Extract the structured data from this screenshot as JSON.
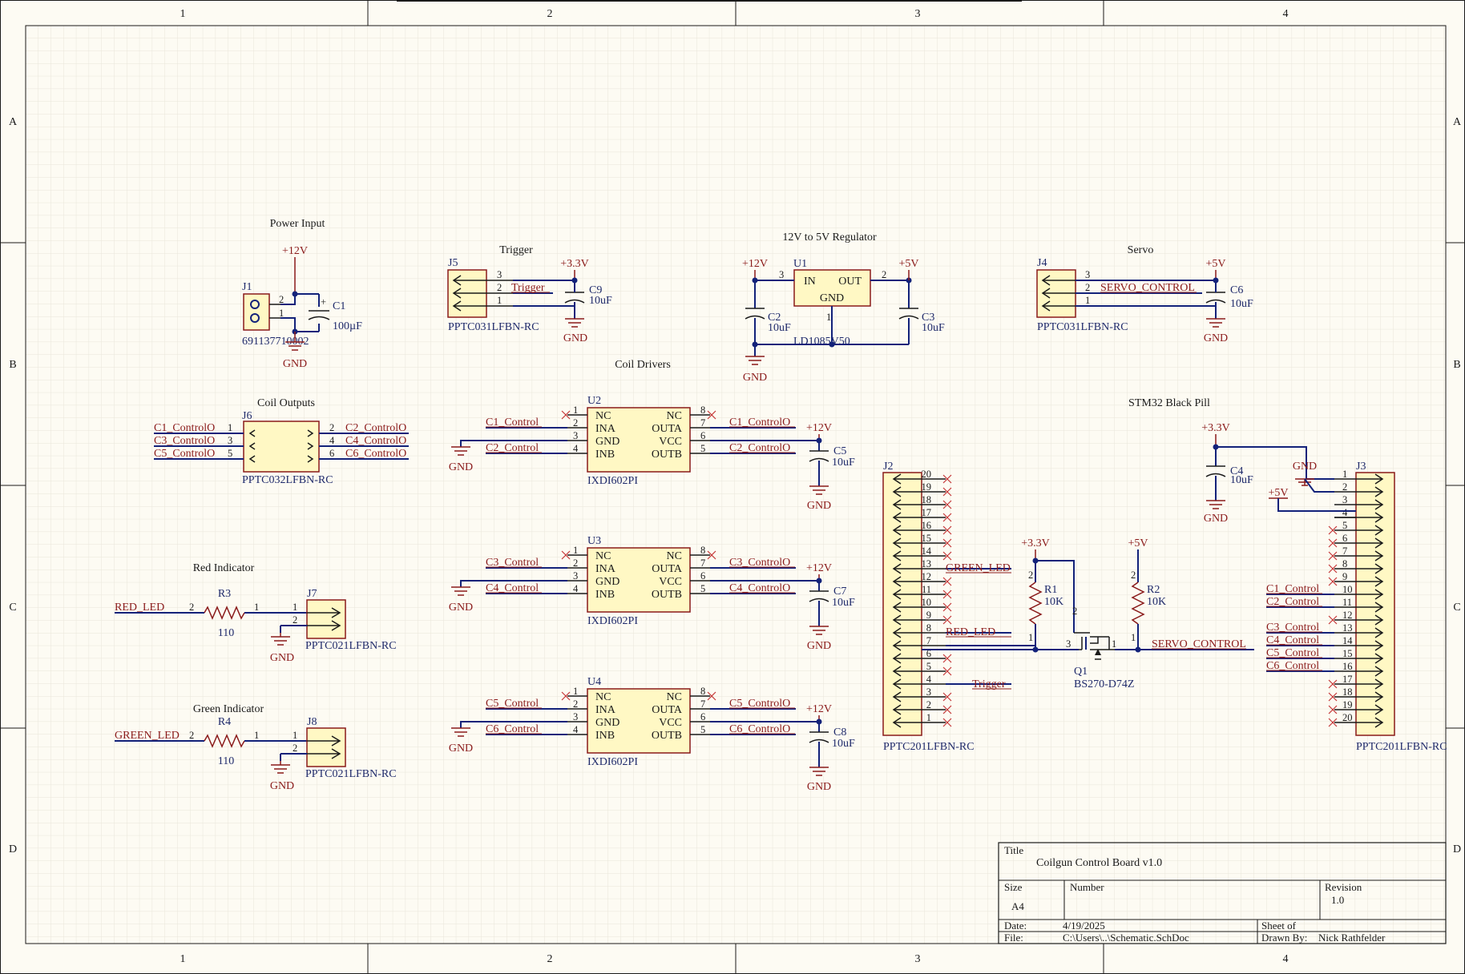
{
  "border": {
    "columns": [
      "1",
      "2",
      "3",
      "4"
    ],
    "rows": [
      "A",
      "B",
      "C",
      "D"
    ]
  },
  "blocks": {
    "power_input": "Power Input",
    "trigger": "Trigger",
    "regulator": "12V to 5V Regulator",
    "servo": "Servo",
    "coil_drivers": "Coil Drivers",
    "coil_outputs": "Coil Outputs",
    "stm32": "STM32 Black Pill",
    "red_indicator": "Red Indicator",
    "green_indicator": "Green Indicator"
  },
  "power": {
    "v12": "+12V",
    "v5": "+5V",
    "v33": "+3.3V",
    "gnd": "GND"
  },
  "parts": {
    "J1": {
      "ref": "J1",
      "value": "691137710002"
    },
    "C1": {
      "ref": "C1",
      "value": "100µF"
    },
    "J5": {
      "ref": "J5",
      "value": "PPTC031LFBN-RC"
    },
    "C9": {
      "ref": "C9",
      "value": "10uF"
    },
    "U1": {
      "ref": "U1",
      "value": "LD1085V50",
      "in": "IN",
      "out": "OUT",
      "gnd": "GND"
    },
    "C2": {
      "ref": "C2",
      "value": "10uF"
    },
    "C3": {
      "ref": "C3",
      "value": "10uF"
    },
    "J4": {
      "ref": "J4",
      "value": "PPTC031LFBN-RC"
    },
    "C6": {
      "ref": "C6",
      "value": "10uF"
    },
    "J6": {
      "ref": "J6",
      "value": "PPTC032LFBN-RC"
    },
    "U2": {
      "ref": "U2",
      "value": "IXDI602PI"
    },
    "U3": {
      "ref": "U3",
      "value": "IXDI602PI"
    },
    "U4": {
      "ref": "U4",
      "value": "IXDI602PI"
    },
    "C5": {
      "ref": "C5",
      "value": "10uF"
    },
    "C7": {
      "ref": "C7",
      "value": "10uF"
    },
    "C8": {
      "ref": "C8",
      "value": "10uF"
    },
    "C4": {
      "ref": "C4",
      "value": "10uF"
    },
    "J2": {
      "ref": "J2",
      "value": "PPTC201LFBN-RC"
    },
    "J3": {
      "ref": "J3",
      "value": "PPTC201LFBN-RC"
    },
    "R1": {
      "ref": "R1",
      "value": "10K"
    },
    "R2": {
      "ref": "R2",
      "value": "10K"
    },
    "Q1": {
      "ref": "Q1",
      "value": "BS270-D74Z"
    },
    "R3": {
      "ref": "R3",
      "value": "110"
    },
    "R4": {
      "ref": "R4",
      "value": "110"
    },
    "J7": {
      "ref": "J7",
      "value": "PPTC021LFBN-RC"
    },
    "J8": {
      "ref": "J8",
      "value": "PPTC021LFBN-RC"
    }
  },
  "driver_pins": {
    "left": [
      "NC",
      "INA",
      "GND",
      "INB"
    ],
    "right": [
      "NC",
      "OUTA",
      "VCC",
      "OUTB"
    ]
  },
  "nets": {
    "trigger": "Trigger",
    "servo_control": "SERVO_CONTROL",
    "red_led": "RED_LED",
    "green_led": "GREEN_LED",
    "c1_control": "C1_Control",
    "c2_control": "C2_Control",
    "c3_control": "C3_Control",
    "c4_control": "C4_Control",
    "c5_control": "C5_Control",
    "c6_control": "C6_Control",
    "c1_controlo": "C1_ControlO",
    "c2_controlo": "C2_ControlO",
    "c3_controlo": "C3_ControlO",
    "c4_controlo": "C4_ControlO",
    "c5_controlo": "C5_ControlO",
    "c6_controlo": "C6_ControlO"
  },
  "title_block": {
    "title_label": "Title",
    "title": "Coilgun Control Board v1.0",
    "size_label": "Size",
    "size": "A4",
    "number_label": "Number",
    "revision_label": "Revision",
    "revision": "1.0",
    "date_label": "Date:",
    "date": "4/19/2025",
    "file_label": "File:",
    "file": "C:\\Users\\..\\Schematic.SchDoc",
    "sheet_label": "Sheet of",
    "drawn_label": "Drawn By:",
    "drawn_by": "Nick Rathfelder"
  },
  "colors": {
    "wire": "#13227a",
    "component_outline": "#8a1a1a",
    "component_fill": "#fff8c4",
    "power_port": "#8a1a1a",
    "no_connect": "#c63a3a",
    "background": "#fdfbf3"
  }
}
